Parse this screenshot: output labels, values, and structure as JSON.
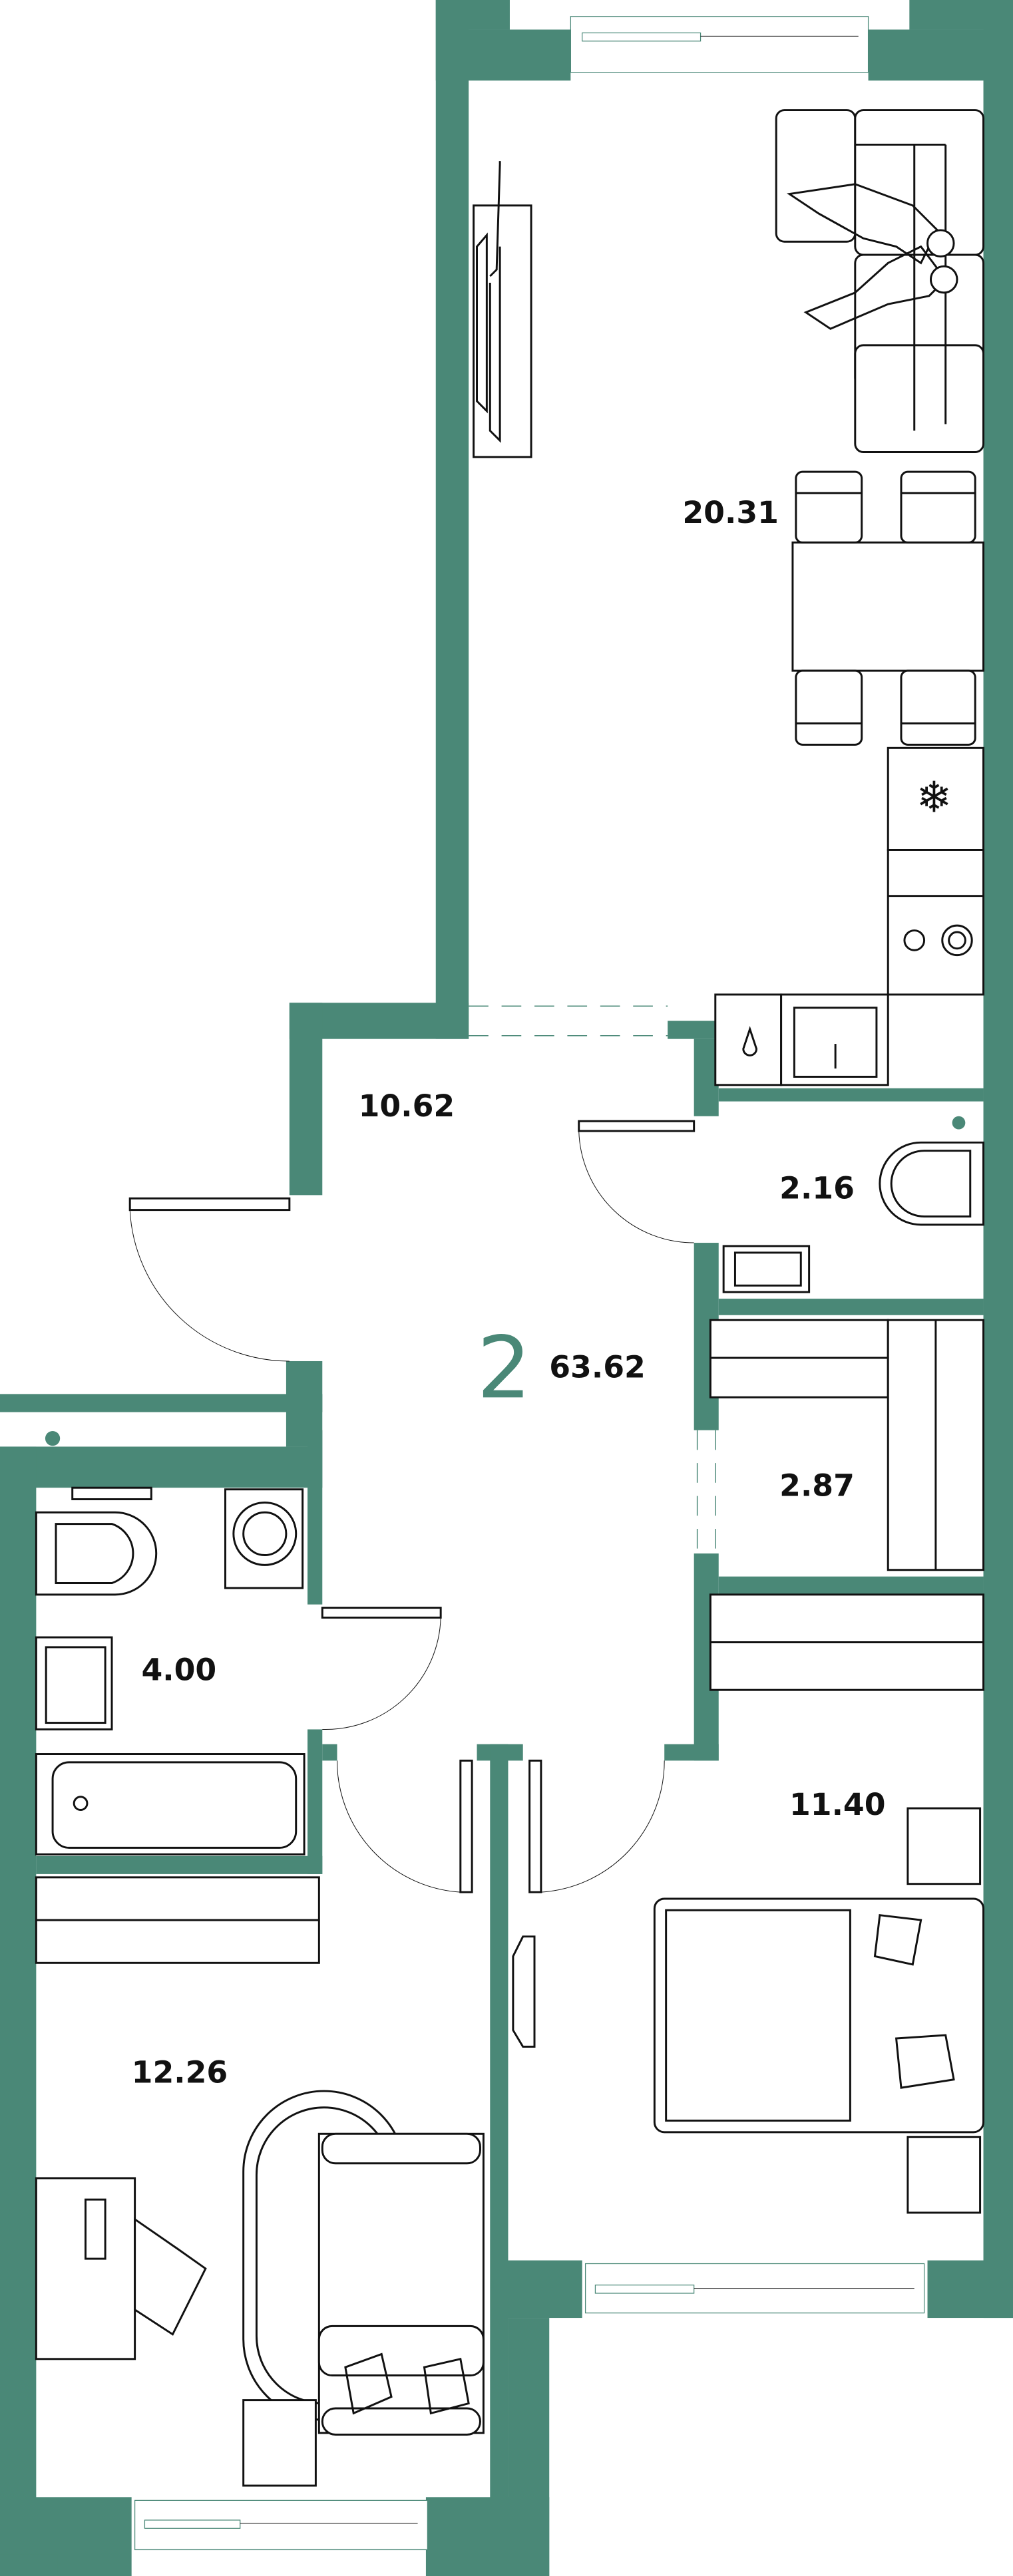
{
  "plan": {
    "room_count": "2",
    "total_area": "63.62",
    "colors": {
      "wall": "#4a8877",
      "line": "#111111",
      "background": "#ffffff"
    }
  },
  "rooms": {
    "living_kitchen": {
      "area": "20.31"
    },
    "hallway": {
      "area": "10.62"
    },
    "toilet": {
      "area": "2.16"
    },
    "wardrobe": {
      "area": "2.87"
    },
    "bathroom": {
      "area": "4.00"
    },
    "bedroom_right": {
      "area": "11.40"
    },
    "bedroom_left": {
      "area": "12.26"
    }
  },
  "icons": {
    "fridge": "snowflake-icon"
  }
}
